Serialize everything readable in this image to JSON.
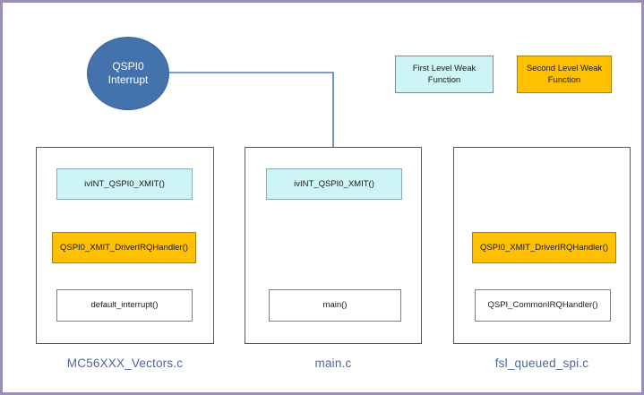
{
  "diagram": {
    "title_node": {
      "label_line1": "QSPI0",
      "label_line2": "Interrupt",
      "fill": "#4472ad",
      "text_color": "#ffffff"
    },
    "legend": [
      {
        "label_line1": "First Level Weak",
        "label_line2": "Function",
        "fill": "#cdf5f6"
      },
      {
        "label_line1": "Second Level Weak",
        "label_line2": "Function",
        "fill": "#ffc000"
      }
    ],
    "arrow": {
      "from": "QSPI0 Interrupt",
      "to": "ivINT_QSPI0_XMIT() in main.c",
      "color": "#4a7ebb"
    },
    "panels": [
      {
        "caption": "MC56XXX_Vectors.c",
        "boxes": [
          {
            "label": "ivINT_QSPI0_XMIT()",
            "style": "first-level-weak",
            "fill": "#cdf5f6"
          },
          {
            "label": "QSPI0_XMIT_DriverIRQHandler()",
            "style": "second-level-weak",
            "fill": "#ffc000"
          },
          {
            "label": "default_interrupt()",
            "style": "plain",
            "fill": "#ffffff"
          }
        ]
      },
      {
        "caption": "main.c",
        "boxes": [
          {
            "label": "ivINT_QSPI0_XMIT()",
            "style": "first-level-weak",
            "fill": "#cdf5f6"
          },
          {
            "label": "main()",
            "style": "plain",
            "fill": "#ffffff"
          }
        ]
      },
      {
        "caption": "fsl_queued_spi.c",
        "boxes": [
          {
            "label": "QSPI0_XMIT_DriverIRQHandler()",
            "style": "second-level-weak",
            "fill": "#ffc000"
          },
          {
            "label": "QSPI_CommonIRQHandler()",
            "style": "plain",
            "fill": "#ffffff"
          }
        ]
      }
    ],
    "colors": {
      "frame_border": "#9b8fb5",
      "caption_text": "#49699e",
      "panel_border": "#595959"
    }
  }
}
